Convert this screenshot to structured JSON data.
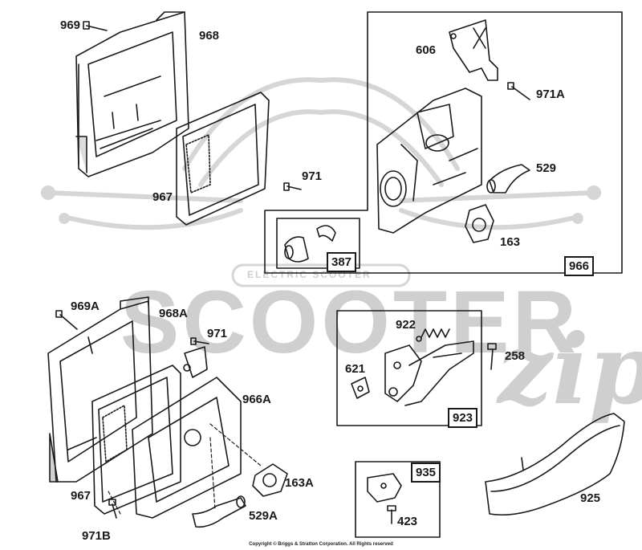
{
  "watermark": {
    "brand": "SCOOTER",
    "script": "zip",
    "badge": "ELECTRIC SCOOTER"
  },
  "labels": {
    "p969": "969",
    "p968": "968",
    "p606": "606",
    "p971a": "971A",
    "p529": "529",
    "p971": "971",
    "p967": "967",
    "p387": "387",
    "p163": "163",
    "p966": "966",
    "p969a": "969A",
    "p968a": "968A",
    "p971b_top": "971",
    "p966a": "966A",
    "p922": "922",
    "p258": "258",
    "p621": "621",
    "p923": "923",
    "p967b": "967",
    "p163a": "163A",
    "p935": "935",
    "p925": "925",
    "p971b": "971B",
    "p529a": "529A",
    "p423": "423"
  },
  "copyright": "Copyright © Briggs & Stratton Corporation. All Rights reserved"
}
